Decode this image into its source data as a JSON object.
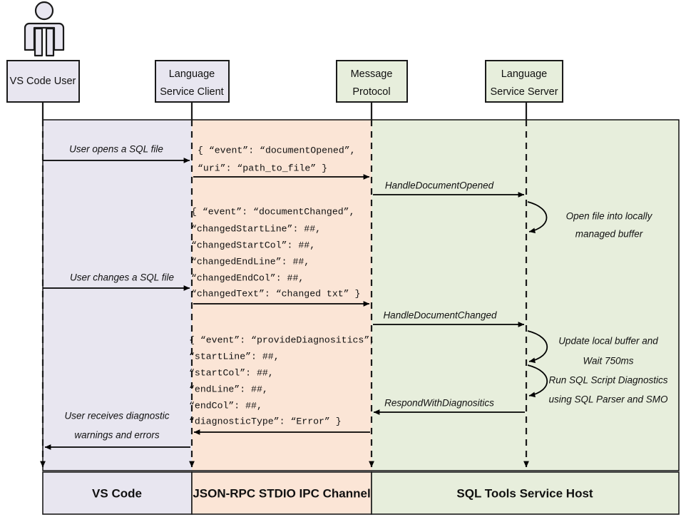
{
  "diagram": {
    "title": "SQL Tools Service language service sequence diagram",
    "colors": {
      "band_client": "#e8e6f0",
      "band_protocol": "#fbe5d6",
      "band_server": "#e7eedc",
      "stroke": "#1a1a1a",
      "text": "#111111"
    }
  },
  "actor": {
    "name": "vs-code-user-actor"
  },
  "participants": [
    {
      "id": "vs-code-user",
      "line1": "VS Code User",
      "line2": "",
      "fill": "lav"
    },
    {
      "id": "language-service-client",
      "line1": "Language",
      "line2": "Service Client",
      "fill": "lav"
    },
    {
      "id": "message-protocol",
      "line1": "Message",
      "line2": "Protocol",
      "fill": "green"
    },
    {
      "id": "language-service-server",
      "line1": "Language",
      "line2": "Service Server",
      "fill": "green"
    }
  ],
  "messages": {
    "user_opens": "User opens a SQL file",
    "user_changes": "User changes a SQL file",
    "user_receives_line1": "User receives diagnostic",
    "user_receives_line2": "warnings and errors",
    "handle_document_opened": "HandleDocumentOpened",
    "handle_document_changed": "HandleDocumentChanged",
    "respond_with_diagnostics": "RespondWithDiagnositics"
  },
  "notes": {
    "open_file_line1": "Open file into locally",
    "open_file_line2": "managed buffer",
    "update_buffer_line1": "Update local buffer and",
    "update_buffer_line2": "Wait 750ms",
    "run_diagnostics_line1": "Run SQL Script Diagnostics",
    "run_diagnostics_line2": "using SQL Parser and SMO"
  },
  "payloads": {
    "document_opened": [
      "{ “event”: “documentOpened”,",
      "  “uri”: “path_to_file” }"
    ],
    "document_changed": [
      "{ “event”: “documentChanged”,",
      "  “changedStartLine”: ##,",
      "  “changedStartCol”: ##,",
      "  “changedEndLine”: ##,",
      "  “changedEndCol”: ##,",
      "  “changedText”: “changed txt” }"
    ],
    "provide_diagnostics": [
      "{ “event”: “provideDiagnositics”,",
      "  “startLine”: ##,",
      "  “startCol”: ##,",
      "  “endLine”: ##,",
      "  “endCol”: ##,",
      "  “diagnosticType”: “Error” }"
    ]
  },
  "footer": [
    {
      "id": "vs-code",
      "label": "VS Code"
    },
    {
      "id": "json-rpc-stdio-ipc-channel",
      "label": "JSON-RPC STDIO IPC Channel"
    },
    {
      "id": "sql-tools-service-host",
      "label": "SQL Tools Service Host"
    }
  ]
}
